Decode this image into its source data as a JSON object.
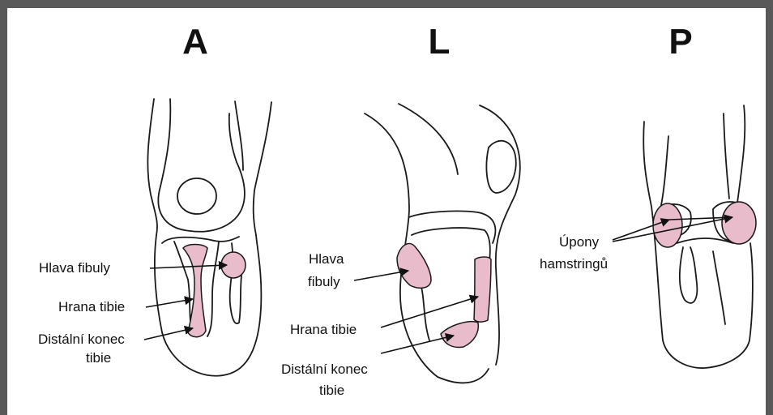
{
  "panels": {
    "a": {
      "letter": "A",
      "labels": {
        "hlava_fibuly": "Hlava fibuly",
        "hrana_tibie": "Hrana tibie",
        "distalni_konec_line1": "Distální konec",
        "distalni_konec_line2": "tibie"
      }
    },
    "l": {
      "letter": "L",
      "labels": {
        "hlava_line1": "Hlava",
        "hlava_line2": "fibuly",
        "hrana_tibie": "Hrana tibie",
        "distalni_konec_line1": "Distální konec",
        "distalni_konec_line2": "tibie"
      }
    },
    "p": {
      "letter": "P",
      "labels": {
        "upony_line1": "Úpony",
        "upony_line2": "hamstringů"
      }
    }
  },
  "colors": {
    "frame": "#595959",
    "highlight": "#e8bccb",
    "outline": "#1a1a1a"
  }
}
